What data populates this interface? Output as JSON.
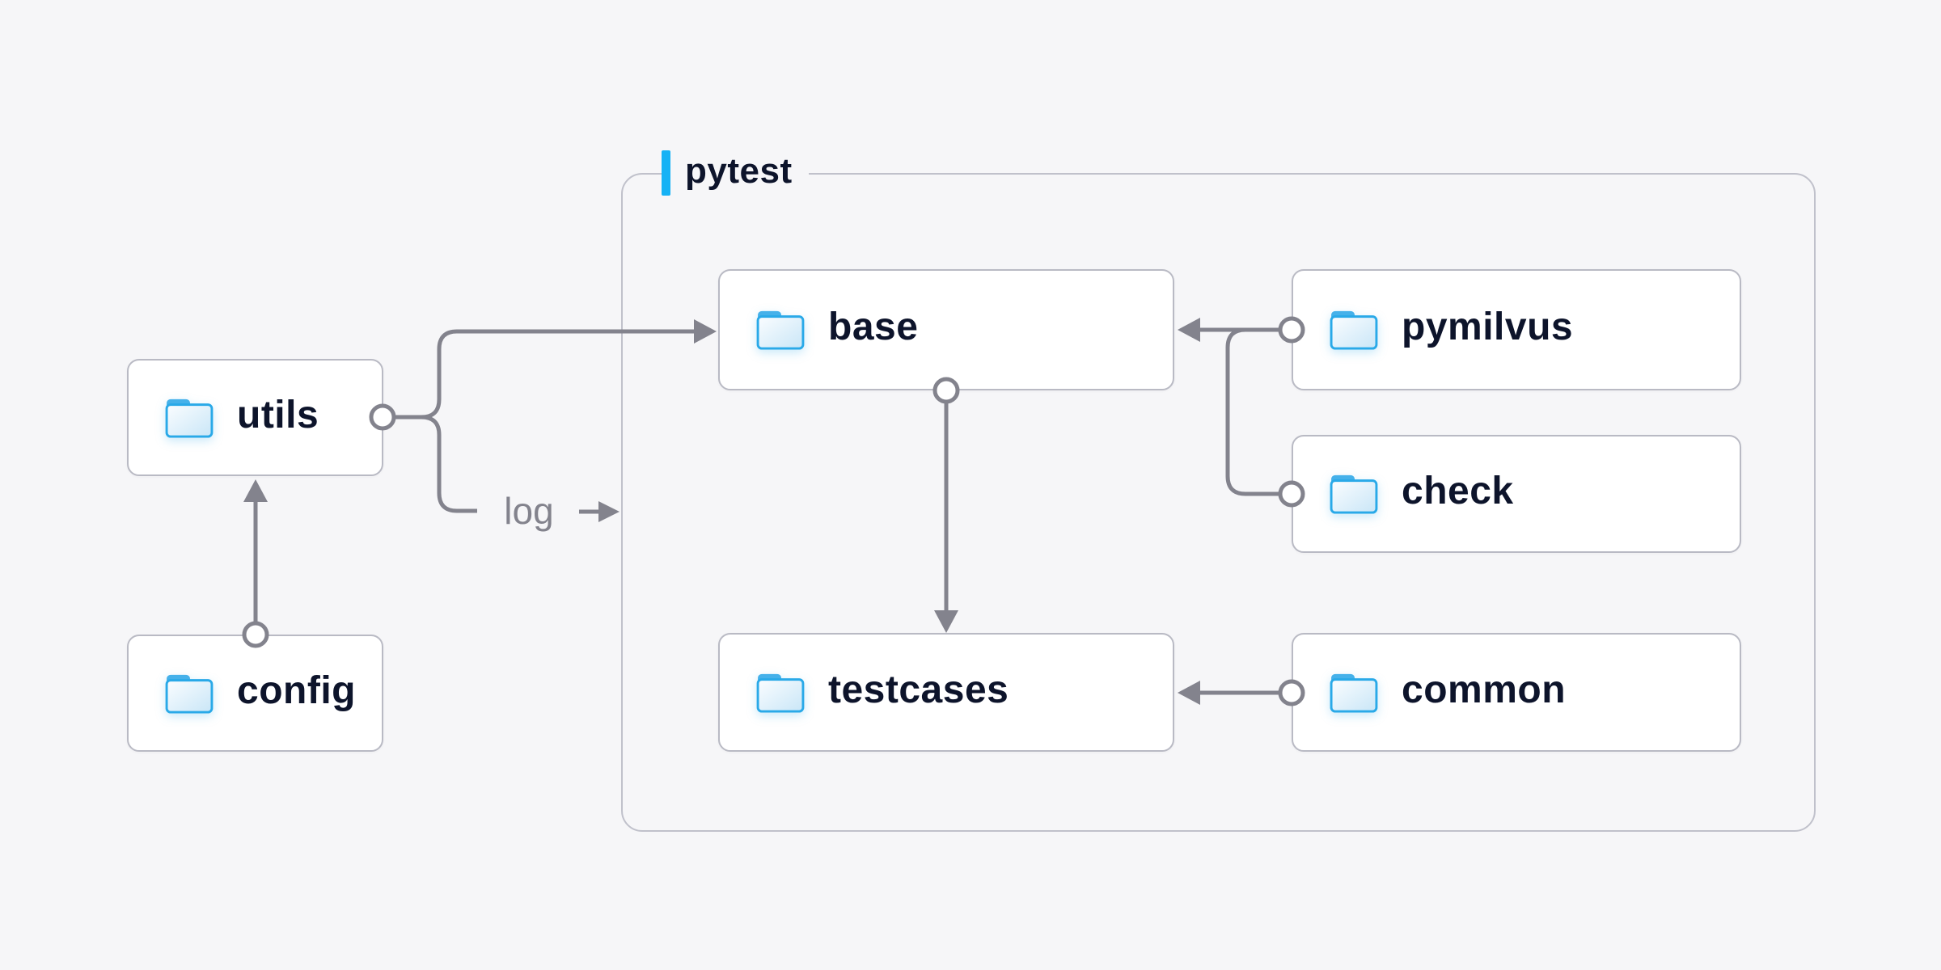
{
  "diagram": {
    "container_label": "pytest",
    "edge_label": "log",
    "nodes": {
      "utils": "utils",
      "config": "config",
      "base": "base",
      "pymilvus": "pymilvus",
      "check": "check",
      "testcases": "testcases",
      "common": "common"
    },
    "icon": "blue-folder-icon",
    "colors": {
      "background": "#f6f6f8",
      "node_fill": "#ffffff",
      "node_border": "#b9bac4",
      "container_border": "#c0c1cb",
      "connector_gray": "#83838d",
      "label_text": "#0d142b",
      "accent_bar_blue": "#16b2f5",
      "edge_label_gray": "#83838d",
      "folder_stroke_blue": "#29a9e8",
      "folder_tab_blue": "#45b1ea"
    }
  }
}
